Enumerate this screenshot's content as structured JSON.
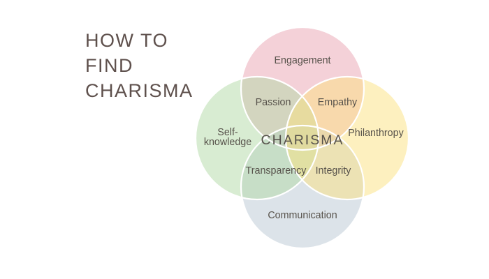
{
  "title": {
    "line1": "HOW TO",
    "line2": "FIND",
    "line3": "CHARISMA",
    "color": "#5e504c"
  },
  "venn": {
    "center_label": "CHARISMA",
    "label_color": "#57524b",
    "stroke_color": "#ffffff",
    "background": "#ffffff",
    "circles": [
      {
        "name": "engagement",
        "label": "Engagement",
        "fill": "#e9a3b1",
        "displayed_tint": "#f4d1d8"
      },
      {
        "name": "communication",
        "label": "Communication",
        "fill": "#b9c7d3",
        "displayed_tint": "#dce3e9"
      },
      {
        "name": "self-knowledge",
        "label_line1": "Self-",
        "label_line2": "knowledge",
        "fill": "#b1d9a5",
        "displayed_tint": "#d8ecd2"
      },
      {
        "name": "philanthropy",
        "label": "Philanthropy",
        "fill": "#fbe17f",
        "displayed_tint": "#fdf0bf"
      }
    ],
    "overlaps": [
      {
        "name": "passion",
        "label": "Passion"
      },
      {
        "name": "empathy",
        "label": "Empathy"
      },
      {
        "name": "transparency",
        "label": "Transparency"
      },
      {
        "name": "integrity",
        "label": "Integrity"
      }
    ]
  }
}
